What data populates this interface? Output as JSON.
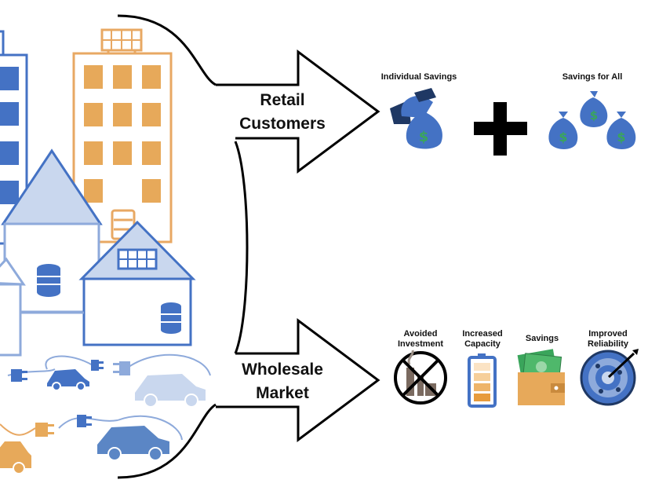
{
  "flows": {
    "retail": {
      "line1": "Retail",
      "line2": "Customers"
    },
    "wholesale": {
      "line1": "Wholesale",
      "line2": "Market"
    }
  },
  "retail_benefits": {
    "individual": "Individual Savings",
    "all": "Savings for All"
  },
  "wholesale_benefits": {
    "investment": {
      "line1": "Avoided",
      "line2": "Investment"
    },
    "capacity": {
      "line1": "Increased",
      "line2": "Capacity"
    },
    "savings": {
      "line1": "Savings"
    },
    "reliability": {
      "line1": "Improved",
      "line2": "Reliability"
    }
  },
  "colors": {
    "blue": "#4472c4",
    "light_blue": "#8eaadb",
    "pale_blue": "#c9d7ee",
    "orange": "#e7a95a",
    "orange_outline": "#e8a863",
    "green_sign": "#3aa55b",
    "black": "#000000"
  },
  "icons": [
    "hand-money-bag-icon",
    "plus-icon",
    "money-bags-icon",
    "no-power-plant-icon",
    "battery-icon",
    "wallet-cash-icon",
    "target-dart-icon"
  ]
}
